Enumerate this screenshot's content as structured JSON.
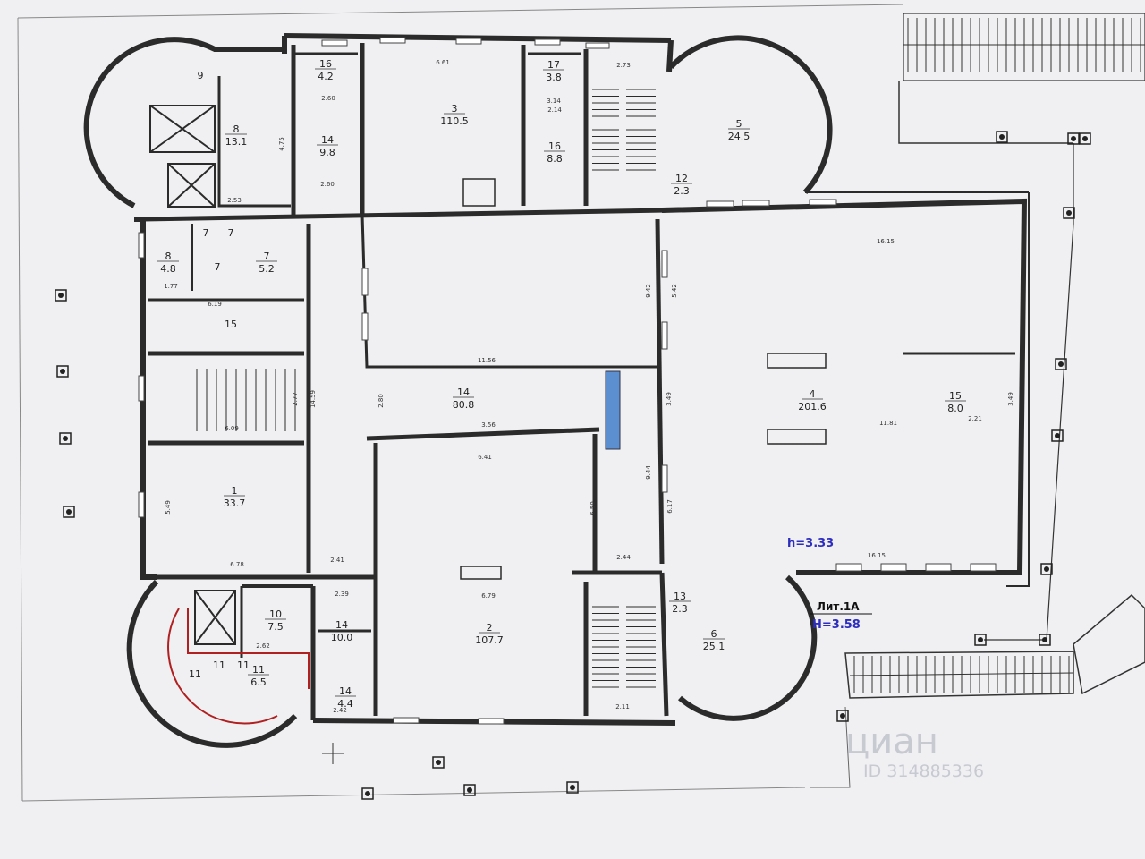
{
  "rooms": [
    {
      "id": "r9",
      "number": "9",
      "area": ""
    },
    {
      "id": "r8",
      "number": "8",
      "area": "13.1"
    },
    {
      "id": "r16a",
      "number": "16",
      "area": "4.2"
    },
    {
      "id": "r14a",
      "number": "14",
      "area": "9.8"
    },
    {
      "id": "r3",
      "number": "3",
      "area": "110.5"
    },
    {
      "id": "r17",
      "number": "17",
      "area": "3.8"
    },
    {
      "id": "r16b",
      "number": "16",
      "area": "8.8"
    },
    {
      "id": "r5",
      "number": "5",
      "area": "24.5"
    },
    {
      "id": "r12",
      "number": "12",
      "area": "2.3"
    },
    {
      "id": "r8b",
      "number": "8",
      "area": "4.8"
    },
    {
      "id": "r7a",
      "number": "7",
      "area": ""
    },
    {
      "id": "r7b",
      "number": "7",
      "area": ""
    },
    {
      "id": "r7c",
      "number": "7",
      "area": ""
    },
    {
      "id": "r7d",
      "number": "7",
      "area": "5.2"
    },
    {
      "id": "r15",
      "number": "15",
      "area": ""
    },
    {
      "id": "r14b",
      "number": "14",
      "area": "80.8"
    },
    {
      "id": "r4",
      "number": "4",
      "area": "201.6"
    },
    {
      "id": "r15b",
      "number": "15",
      "area": "8.0"
    },
    {
      "id": "r1",
      "number": "1",
      "area": "33.7"
    },
    {
      "id": "r2",
      "number": "2",
      "area": "107.7"
    },
    {
      "id": "r10",
      "number": "10",
      "area": "7.5"
    },
    {
      "id": "r14c",
      "number": "14",
      "area": "10.0"
    },
    {
      "id": "r14d",
      "number": "14",
      "area": "4.4"
    },
    {
      "id": "r11a",
      "number": "11",
      "area": ""
    },
    {
      "id": "r11b",
      "number": "11",
      "area": ""
    },
    {
      "id": "r11c",
      "number": "11",
      "area": ""
    },
    {
      "id": "r11d",
      "number": "11",
      "area": "6.5"
    },
    {
      "id": "r13",
      "number": "13",
      "area": "2.3"
    },
    {
      "id": "r6",
      "number": "6",
      "area": "25.1"
    }
  ],
  "dimensions": [
    "6.61",
    "2.73",
    "2.60",
    "2.14",
    "2.53",
    "2.60",
    "3.14",
    "16.15",
    "1.77",
    "6.19",
    "11.56",
    "3.56",
    "2.21",
    "6.41",
    "6.09",
    "6.78",
    "2.41",
    "2.39",
    "2.44",
    "16.15",
    "2.62",
    "2.42",
    "2.11",
    "6.79",
    "9.42",
    "3.49",
    "6.17",
    "9.44",
    "11.81",
    "3.49",
    "5.42",
    "4.75",
    "2.77",
    "14.59",
    "2.80",
    "5.49",
    "6.50"
  ],
  "annotations": {
    "ceiling_main": "h=3.33",
    "lit_label": "Лит.1А",
    "height_lit": "H=3.58"
  },
  "watermark": {
    "brand": "циан",
    "id": "ID 314885336"
  },
  "colors": {
    "wall": "#2b2b2b",
    "screen": "#f4f4f6",
    "bezel": "#dcdde2",
    "column": "#5b8fd0",
    "annotation": "#2d2dbf",
    "red_line": "#b02020"
  }
}
